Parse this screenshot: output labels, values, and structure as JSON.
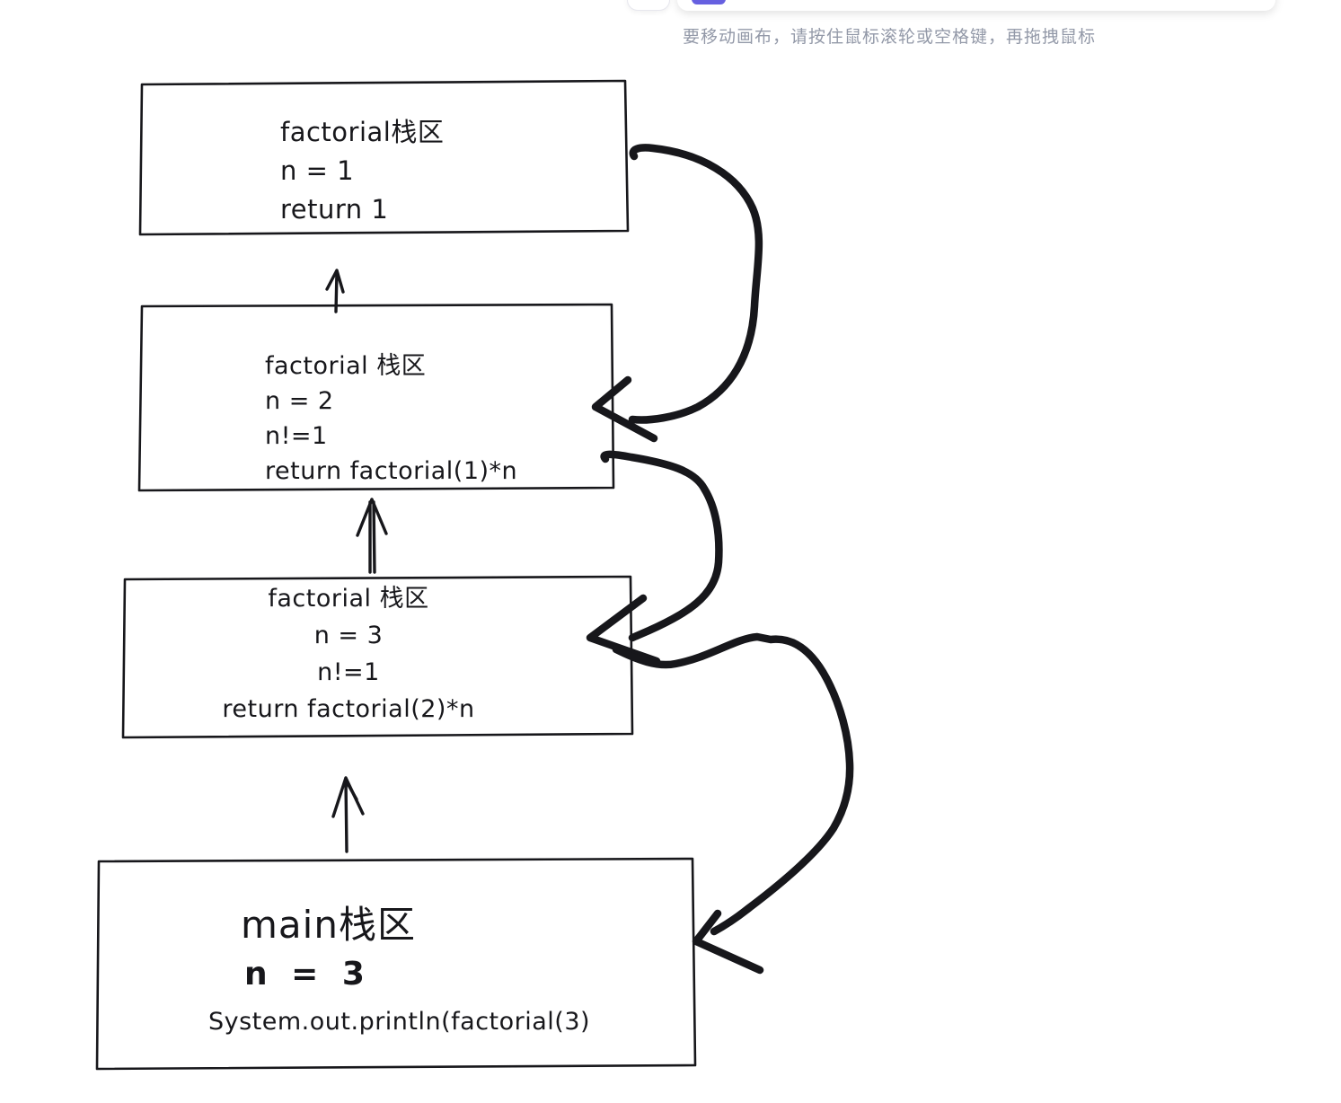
{
  "toolbar": {
    "hint": "要移动画布，请按住鼠标滚轮或空格键，再拖拽鼠标",
    "active_tool_color": "#6660e0"
  },
  "diagram": {
    "stroke_color": "#17171b",
    "frames": [
      {
        "name": "factorial-frame-n1",
        "lines": [
          "factorial栈区",
          "n = 1",
          "return 1"
        ]
      },
      {
        "name": "factorial-frame-n2",
        "lines": [
          "factorial 栈区",
          "n = 2",
          "n!=1",
          "return factorial(1)*n"
        ]
      },
      {
        "name": "factorial-frame-n3",
        "lines": [
          "factorial 栈区",
          "n = 3",
          "n!=1",
          "return factorial(2)*n"
        ]
      },
      {
        "name": "main-frame",
        "lines": [
          "main栈区",
          "n = 3",
          "System.out.println(factorial(3)"
        ]
      }
    ]
  }
}
